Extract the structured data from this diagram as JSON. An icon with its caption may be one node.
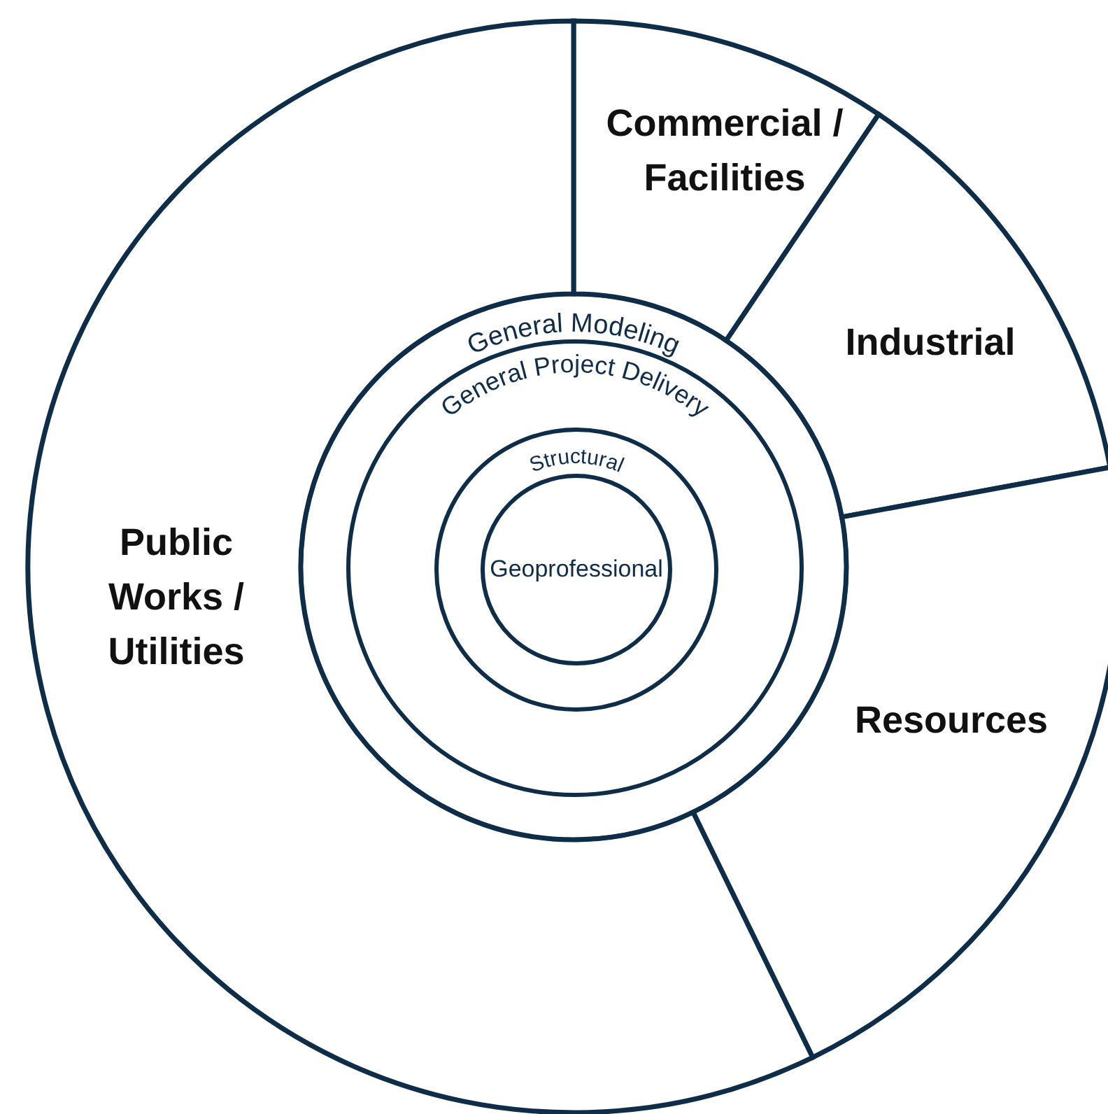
{
  "diagram": {
    "nodes": [
      {
        "text": [
          "Commercial / Facilities"
        ]
      },
      {
        "text": [
          "Industrial"
        ]
      },
      {
        "text": [
          "Public Works / Utilities"
        ]
      },
      {
        "text": [
          "Resources"
        ]
      },
      {
        "text": [
          "General Modeling"
        ]
      },
      {
        "text": [
          "General Project Delivery"
        ],
        "in": 4
      },
      {
        "text": [
          "Structural"
        ],
        "in": 5
      },
      {
        "text": [
          "Geoprofessional"
        ],
        "in": 6
      }
    ]
  }
}
